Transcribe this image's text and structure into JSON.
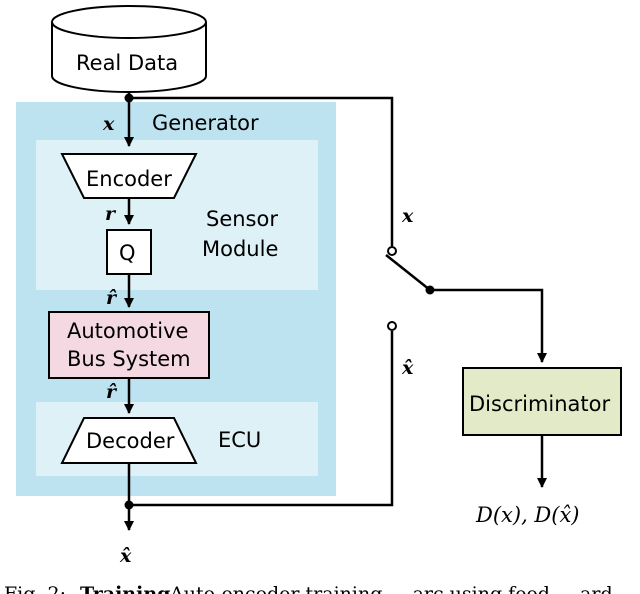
{
  "nodes": {
    "real_data": "Real Data",
    "generator": "Generator",
    "encoder": "Encoder",
    "quantizer": "Q",
    "sensor_module_line1": "Sensor",
    "sensor_module_line2": "Module",
    "bus_line1": "Automotive",
    "bus_line2": "Bus System",
    "decoder": "Decoder",
    "ecu": "ECU",
    "discriminator": "Discriminator"
  },
  "signals": {
    "x": "x",
    "r": "r",
    "r_hat": "r̂",
    "x_hat": "x̂",
    "output": "D(x), D(x̂)"
  },
  "caption": {
    "fig": "Fig. 2:",
    "title": "Training",
    "text": "Auto-encoder training ... arc using feed ... ard"
  },
  "colors": {
    "generator_bg": "#bde3f0",
    "module_bg": "#def1f7",
    "bus_fill": "#f4d9e2",
    "discriminator_fill": "#e3eac8"
  }
}
